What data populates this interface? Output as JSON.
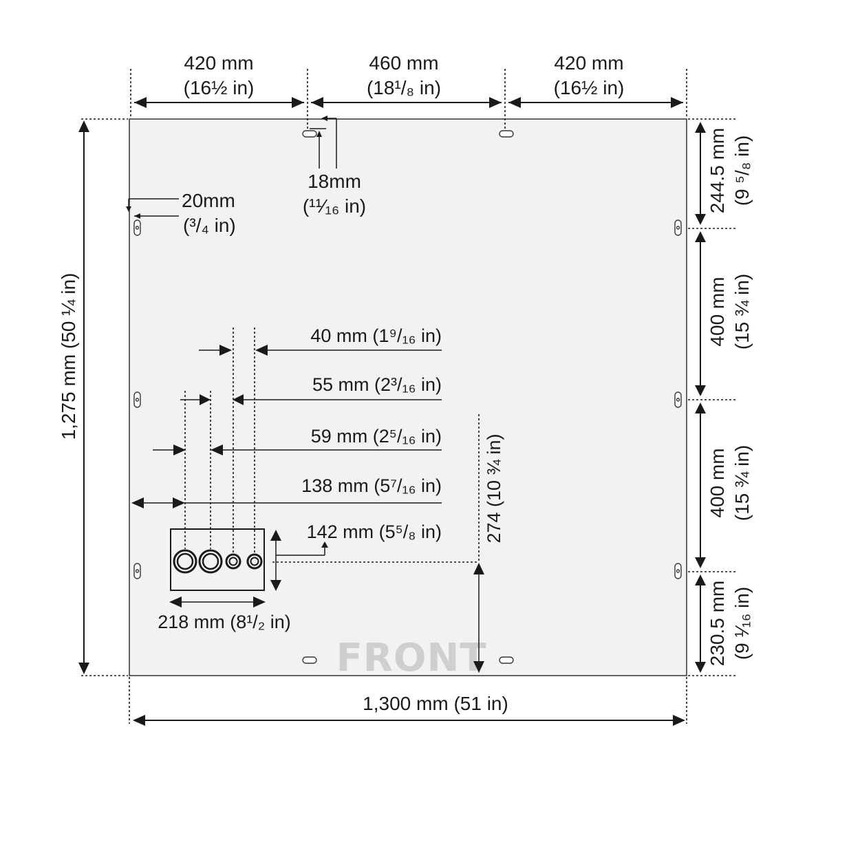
{
  "top_dims": {
    "left_mm": "420 mm",
    "left_in": "(16½ in)",
    "center_mm": "460 mm",
    "center_in": "(18¹/₈ in)",
    "right_mm": "420 mm",
    "right_in": "(16½ in)"
  },
  "slot_offset": {
    "mm": "18mm",
    "in": "(¹¹⁄₁₆ in)"
  },
  "edge_offset": {
    "mm": "20mm",
    "in": "(³/₄ in)"
  },
  "overall_height": "1,275 mm (50 ¼ in)",
  "overall_width": "1,300 mm (51 in)",
  "right_dims": {
    "a_mm": "244.5 mm",
    "a_in": "(9 ⁵/₈ in)",
    "b_mm": "400 mm",
    "b_in": "(15 ¾ in)",
    "c_mm": "400 mm",
    "c_in": "(15 ¾ in)",
    "d_mm": "230.5 mm",
    "d_in": "(9 ¹⁄₁₆ in)"
  },
  "connection_dims": {
    "d40": "40 mm (1⁹/₁₆ in)",
    "d55": "55 mm (2³/₁₆ in)",
    "d59": "59 mm (2⁵/₁₆ in)",
    "d138": "138 mm (5⁷/₁₆ in)",
    "d142": "142 mm (5⁵/₈ in)",
    "d218": "218 mm (8¹/₂ in)",
    "d274": "274 (10 ¾ in)"
  },
  "front_label": "FRONT"
}
